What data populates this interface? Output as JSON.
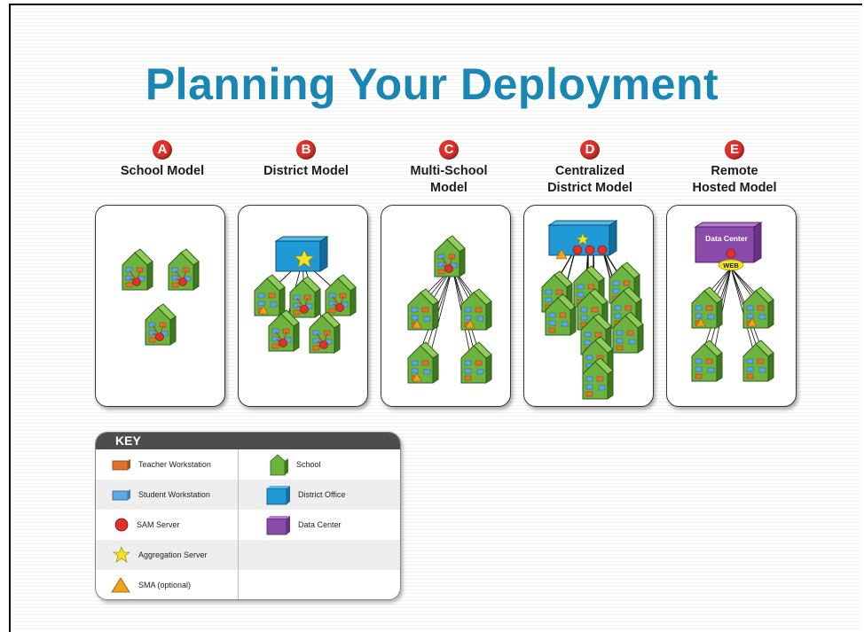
{
  "title": "Planning Your Deployment",
  "models": [
    {
      "letter": "A",
      "name_line1": "School Model",
      "name_line2": ""
    },
    {
      "letter": "B",
      "name_line1": "District Model",
      "name_line2": ""
    },
    {
      "letter": "C",
      "name_line1": "Multi-School",
      "name_line2": "Model"
    },
    {
      "letter": "D",
      "name_line1": "Centralized",
      "name_line2": "District Model"
    },
    {
      "letter": "E",
      "name_line1": "Remote",
      "name_line2": "Hosted Model"
    }
  ],
  "remote_model": {
    "data_center_label": "Data Center",
    "web_label": "WEB"
  },
  "key": {
    "title": "KEY",
    "left_items": [
      {
        "icon": "teacher-workstation-icon",
        "label": "Teacher Workstation"
      },
      {
        "icon": "student-workstation-icon",
        "label": "Student Workstation"
      },
      {
        "icon": "sam-server-icon",
        "label": "SAM Server"
      },
      {
        "icon": "aggregation-server-icon",
        "label": "Aggregation Server"
      },
      {
        "icon": "sma-icon",
        "label": "SMA (optional)"
      }
    ],
    "right_items": [
      {
        "icon": "school-icon",
        "label": "School"
      },
      {
        "icon": "district-office-icon",
        "label": "District Office"
      },
      {
        "icon": "data-center-icon",
        "label": "Data Center"
      }
    ]
  },
  "colors": {
    "title": "#1a86b3",
    "school": "#6db33f",
    "district_office": "#1f9ad6",
    "data_center": "#8a4ba8",
    "sam_server": "#e0312b",
    "aggregation_server": "#f5e21b",
    "sma": "#f2a21b",
    "teacher_workstation": "#e0722b",
    "student_workstation": "#5aa9e6"
  }
}
